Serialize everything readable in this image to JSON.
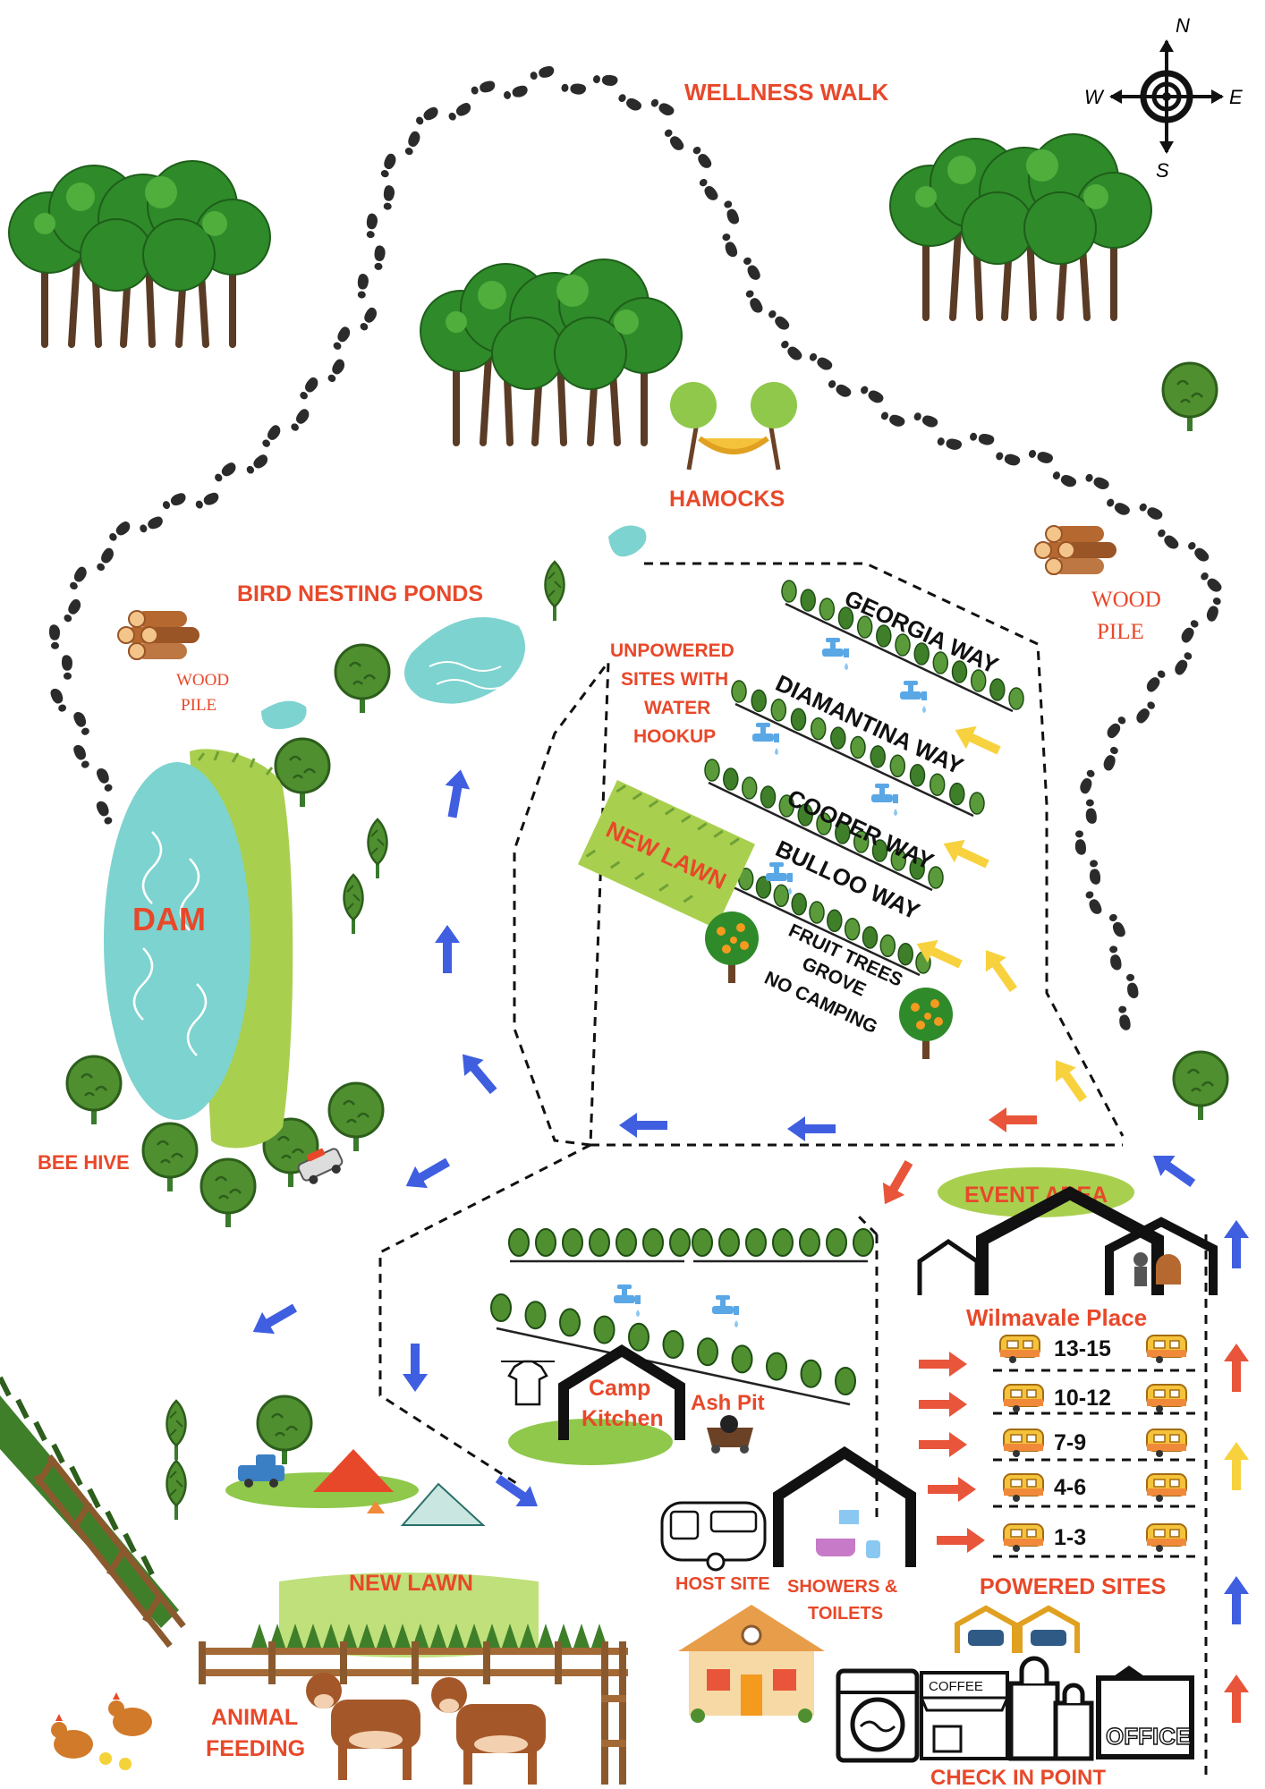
{
  "compass": {
    "n": "N",
    "s": "S",
    "e": "E",
    "w": "W"
  },
  "labels": {
    "wellness_walk": "WELLNESS WALK",
    "hamocks": "HAMOCKS",
    "bird_nesting_ponds": "BIRD NESTING PONDS",
    "wood_pile_left": [
      "WOOD",
      "PILE"
    ],
    "wood_pile_right": [
      "WOOD",
      "PILE"
    ],
    "dam": "DAM",
    "bee_hive": "BEE HIVE",
    "unpowered_sites": [
      "UNPOWERED",
      "SITES WITH",
      "WATER",
      "HOOKUP"
    ],
    "new_lawn_center": "NEW LAWN",
    "georgia_way": "GEORGIA WAY",
    "diamantina_way": "DIAMANTINA WAY",
    "cooper_way": "COOPER WAY",
    "bulloo_way": "BULLOO WAY",
    "fruit_trees": [
      "FRUIT TREES",
      "GROVE",
      "NO CAMPING"
    ],
    "event_area": "EVENT AREA",
    "wilmavale_place": "Wilmavale Place",
    "camp_kitchen": [
      "Camp",
      "Kitchen"
    ],
    "ash_pit": "Ash Pit",
    "host_site": "HOST SITE",
    "showers_toilets": [
      "SHOWERS &",
      "TOILETS"
    ],
    "powered_sites": "POWERED SITES",
    "new_lawn_bottom": "NEW LAWN",
    "animal_feeding": [
      "ANIMAL",
      "FEEDING"
    ],
    "coffee": "COFFEE",
    "office": "OFFICE",
    "check_in_point": "CHECK IN POINT"
  },
  "site_rows": [
    "13-15",
    "10-12",
    "7-9",
    "4-6",
    "1-3"
  ],
  "colors": {
    "label_red": "#e8482a",
    "arrow_blue": "#3f5fe0",
    "arrow_yellow": "#f7d23e",
    "arrow_red": "#e8553a",
    "water": "#7dd3cf",
    "tree_green": "#2f8a2a",
    "grass": "#8fc84a"
  }
}
